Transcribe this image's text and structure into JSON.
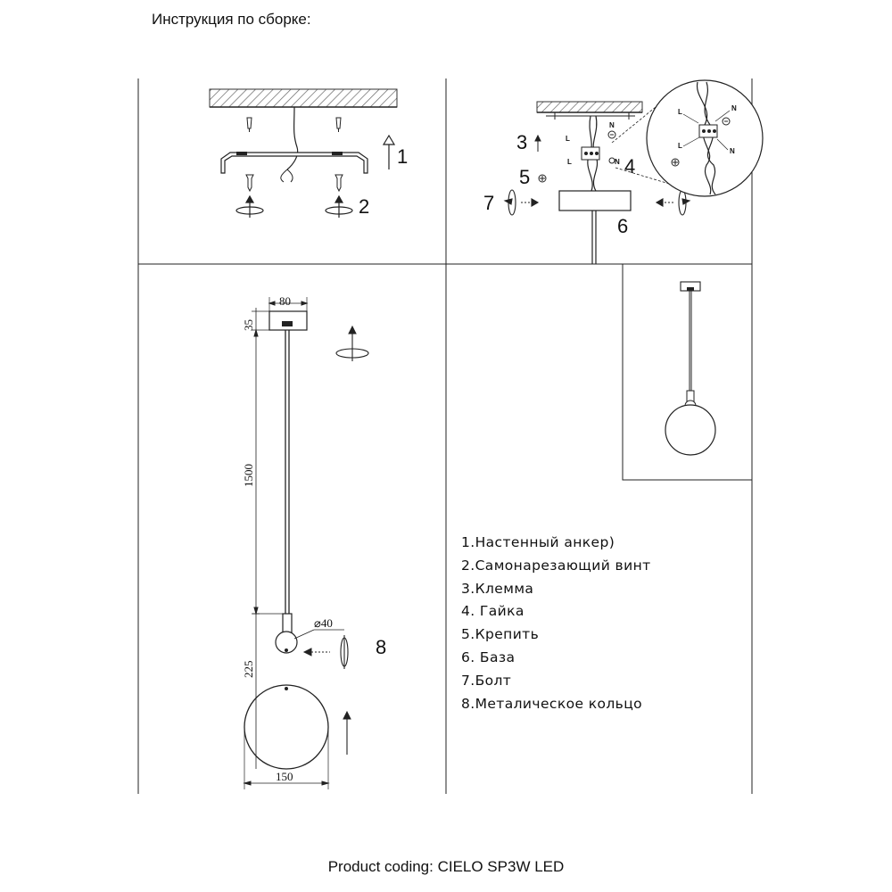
{
  "title": "Инструкция по сборке:",
  "footer": "Product coding: CIELO SP3W LED",
  "step_numbers": {
    "s1": "1",
    "s2": "2",
    "s3": "3",
    "s4": "4",
    "s5": "5",
    "s6": "6",
    "s7": "7",
    "s8": "8"
  },
  "wire_labels": {
    "live": "L",
    "neutral": "N"
  },
  "dimensions": {
    "base_width": "80",
    "base_height": "35",
    "cord_length": "1500",
    "ring_diameter": "⌀40",
    "lower_length": "225",
    "globe_diameter": "150"
  },
  "legend": [
    "1.Настенный анкер)",
    "2.Самонарезающий винт",
    "3.Клемма",
    "4.  Гайка",
    "5.Крепить",
    "6.  База",
    "7.Болт",
    "8.Металическое кольцо"
  ]
}
